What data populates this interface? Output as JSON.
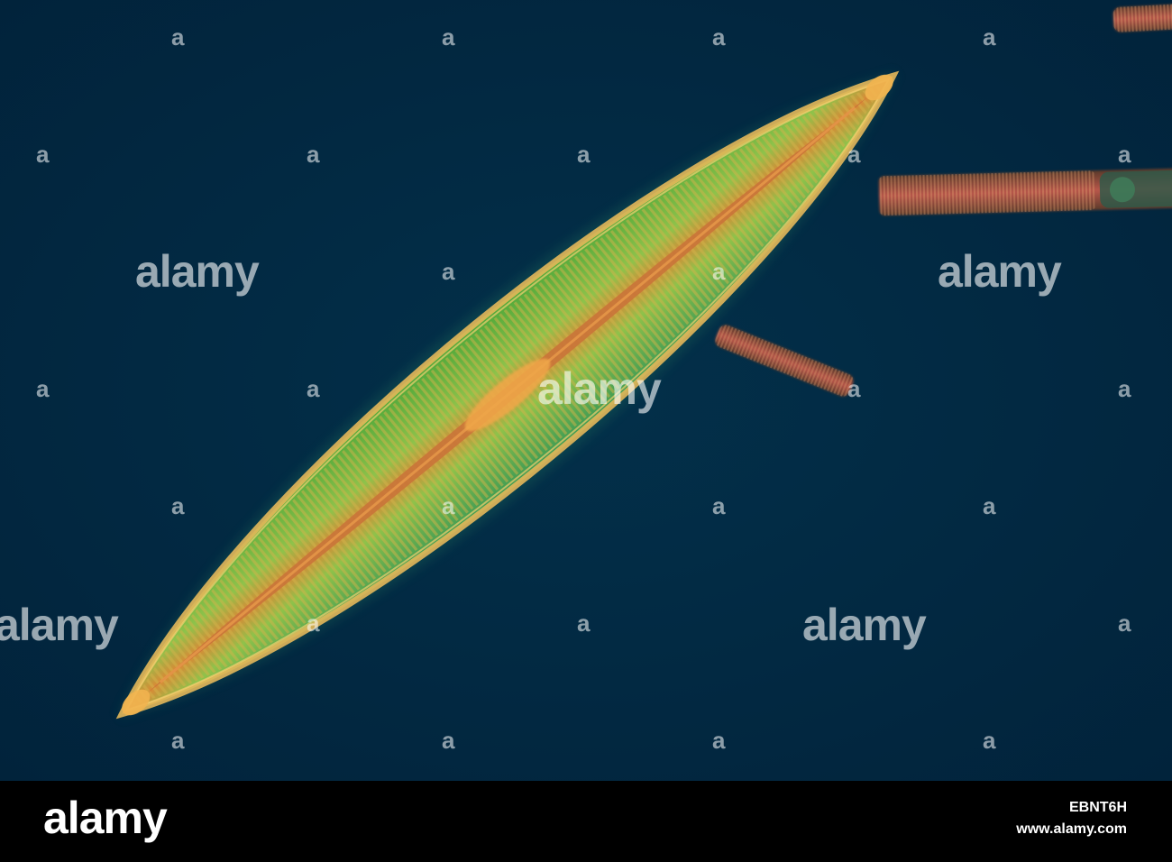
{
  "image": {
    "background_color": "#022a3f",
    "watermark": {
      "brand_text": "alamy",
      "small_mark": "a"
    }
  },
  "footer": {
    "logo": "alamy",
    "image_id": "EBNT6H",
    "site": "www.alamy.com"
  }
}
